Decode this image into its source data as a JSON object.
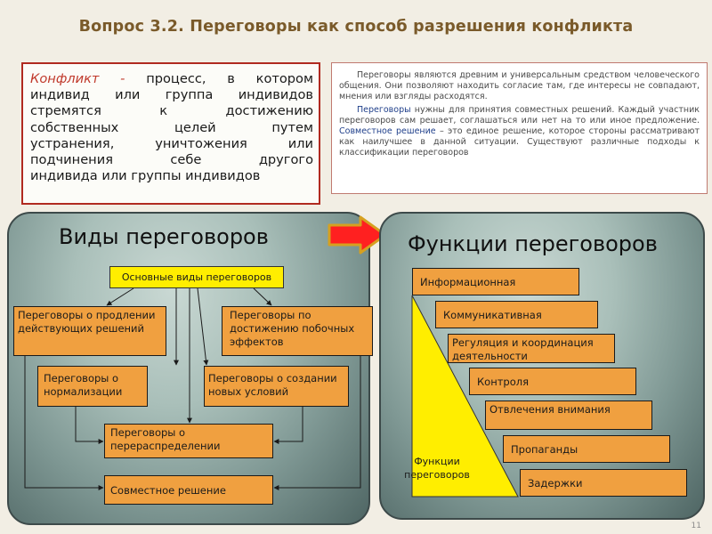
{
  "title": "Вопрос 3.2. Переговоры как способ разрешения конфликта",
  "definition": {
    "lines": [
      [
        "Конфликт - ",
        "процесс, в котором"
      ],
      [
        "",
        "индивид или группа индивидов"
      ],
      [
        "",
        "стремятся к достижению"
      ],
      [
        "",
        "собственных целей путем"
      ],
      [
        "",
        "устранения, уничтожения или"
      ],
      [
        "",
        "подчинения себе другого"
      ],
      [
        "",
        "индивида или группы индивидов"
      ]
    ]
  },
  "info": {
    "p1": "Переговоры являются древним и универсальным средством человеческого общения. Они позволяют находить согласие там, где интересы не совпадают, мнения или взгляды расходятся.",
    "p2_hl": "Переговоры",
    "p2_a": " нужны для принятия совместных решений. Каждый участник переговоров сам решает, соглашаться или нет на то или иное предложение. ",
    "p2_hl2": "Совместное решение",
    "p2_b": " – это единое решение, которое стороны рассматривают как наилучшее в данной ситуации. Существуют различные подходы к классификации переговоров"
  },
  "left_panel": {
    "title": "Виды переговоров",
    "main_box": "Основные виды переговоров",
    "boxes": {
      "prolong": "Переговоры о продлении действующих решений",
      "side": "Переговоры по достижению побочных эффектов",
      "normal": "Переговоры о нормализации",
      "create": "Переговоры о создании новых условий",
      "redistr": "Переговоры о перераспределении",
      "joint": "Совместное решение"
    }
  },
  "right_panel": {
    "title": "Функции переговоров",
    "functions": [
      "Информационная",
      "Коммуникативная",
      "Регуляция и координация деятельности",
      "Контроля",
      "Отвлечения внимания",
      "Пропаганды",
      "Задержки"
    ],
    "triangle_label": "Функции переговоров"
  },
  "page_number": "11",
  "colors": {
    "orange": "#f0a040",
    "yellow": "#ffee00",
    "title_brown": "#7a5a2a",
    "red_border": "#b02a20",
    "arrow_fill": "#ff2020",
    "arrow_stroke": "#d6a020"
  }
}
